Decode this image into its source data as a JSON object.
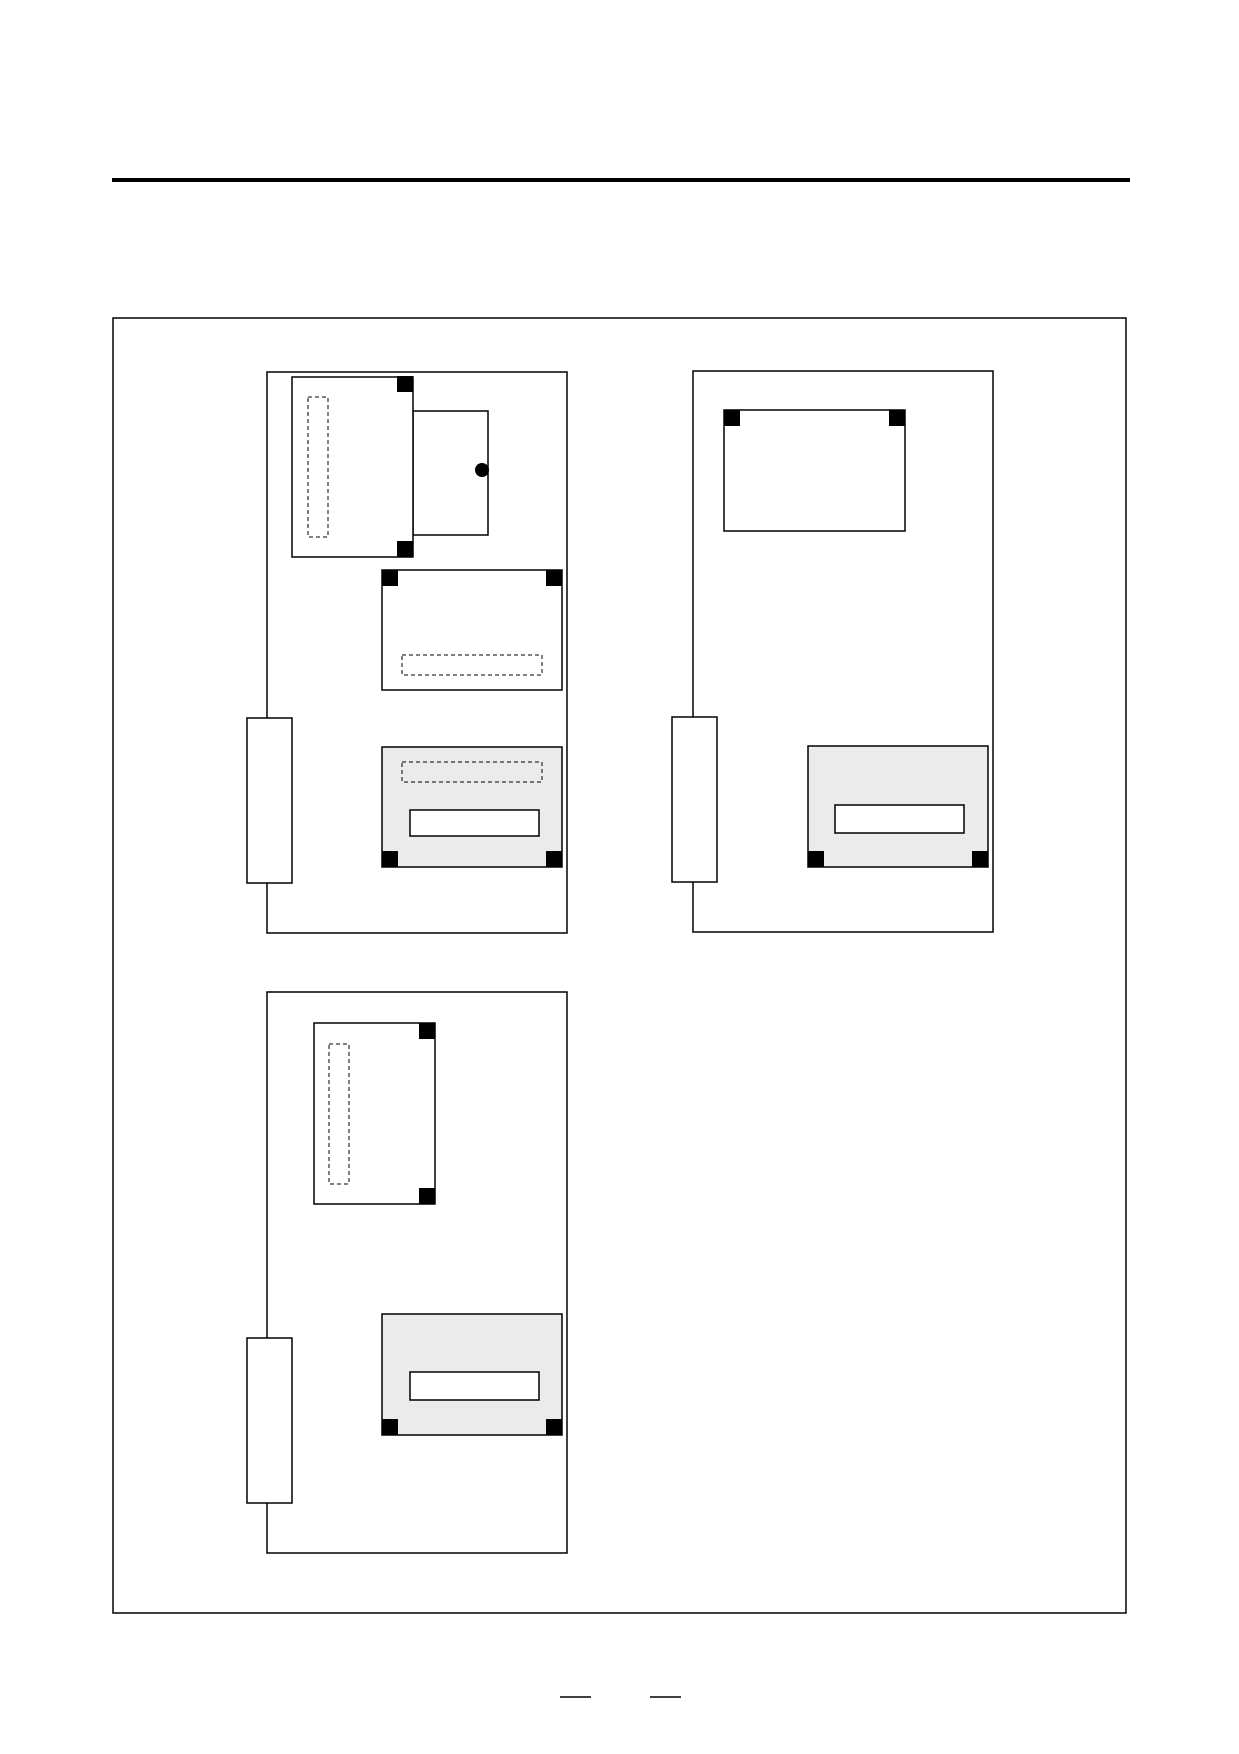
{
  "page": {
    "background": "#ffffff",
    "line_color": "#000000",
    "module_fill": "#ebebeb",
    "marker_fill": "#000000"
  },
  "boards": [
    {
      "id": "board-1",
      "parts": [
        "side-connector",
        "upper-module-with-tab",
        "middle-module",
        "lower-shaded-module"
      ]
    },
    {
      "id": "board-2",
      "parts": [
        "side-connector",
        "upper-module",
        "lower-shaded-module"
      ]
    },
    {
      "id": "board-3",
      "parts": [
        "side-connector",
        "upper-module",
        "lower-shaded-module"
      ]
    }
  ],
  "footer": {
    "page_marks": [
      "dash-left",
      "dash-right"
    ]
  }
}
